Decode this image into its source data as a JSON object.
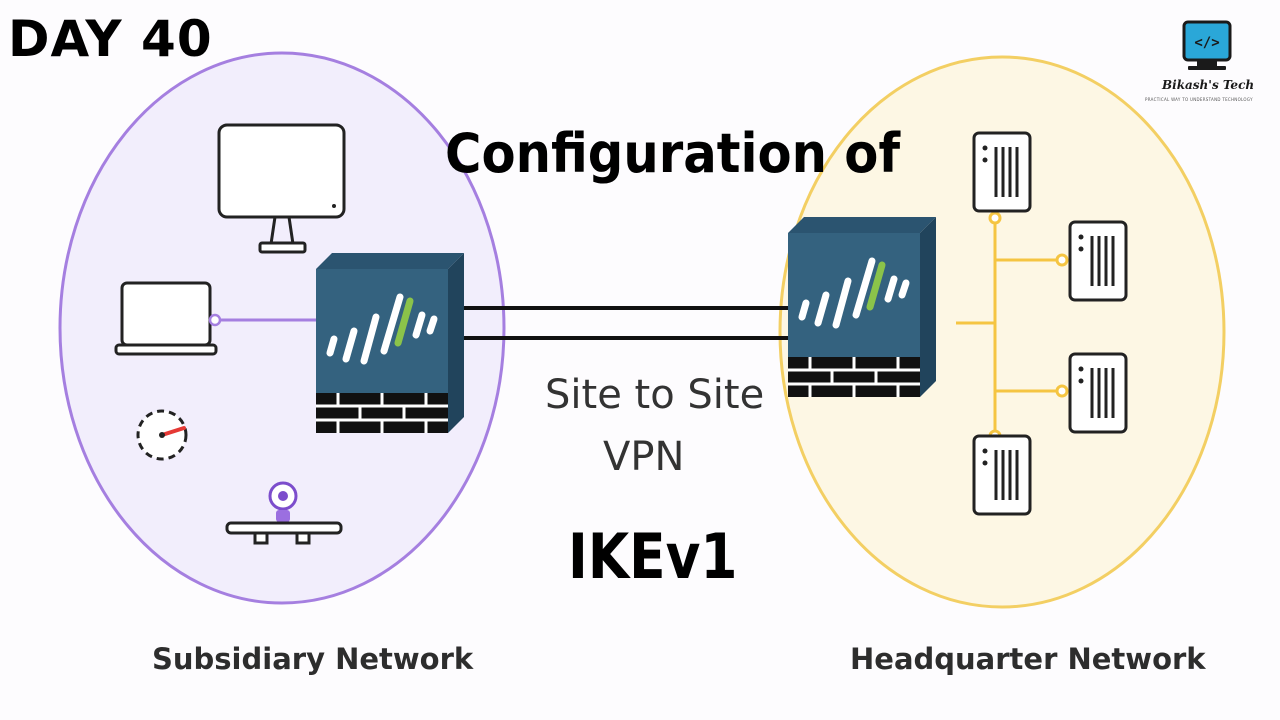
{
  "header": {
    "day_label": "DAY 40",
    "title": "Configuration of"
  },
  "center": {
    "vpn_line1": "Site to Site",
    "vpn_line2": "VPN",
    "protocol": "IKEv1"
  },
  "left_network": {
    "label": "Subsidiary Network",
    "fill_color": "#f2eefc",
    "stroke_color": "#a57fe0",
    "devices": [
      "monitor-icon",
      "laptop-icon",
      "gauge-icon",
      "webcam-icon"
    ]
  },
  "right_network": {
    "label": "Headquarter Network",
    "fill_color": "#fdf7e4",
    "stroke_color": "#f3cf63",
    "server_count": 4,
    "bus_color": "#f5c542"
  },
  "firewall": {
    "face_color": "#34627f",
    "top_color": "#2b5470",
    "side_color": "#21445c",
    "accent_color": "#8bc34a",
    "stripe_color": "#ffffff"
  },
  "brand": {
    "name": "Bikash's Tech",
    "tagline": "PRACTICAL WAY TO UNDERSTAND TECHNOLOGY",
    "icon_glyph": "</>",
    "icon_color": "#2aa7d8"
  }
}
